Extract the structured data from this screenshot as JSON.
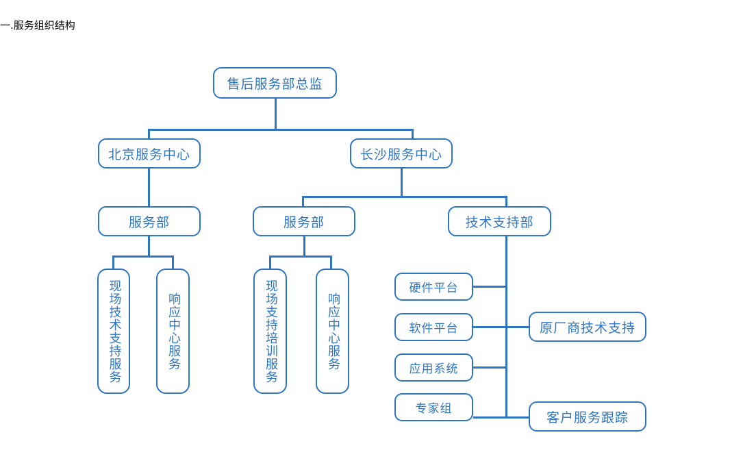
{
  "page": {
    "title": "一.服务组织结构",
    "accent_color": "#2E75C3",
    "background_color": "#ffffff"
  },
  "chart_data": {
    "type": "diagram",
    "diagram_type": "organization-chart",
    "title": "一.服务组织结构",
    "orientation": "top-down",
    "node_style": "rounded-rectangle-outline",
    "accent_color": "#2E75C3",
    "nodes": [
      {
        "id": "root",
        "label": "售后服务部总监",
        "level": 0,
        "text_direction": "horizontal"
      },
      {
        "id": "bj-center",
        "label": "北京服务中心",
        "level": 1,
        "text_direction": "horizontal"
      },
      {
        "id": "cs-center",
        "label": "长沙服务中心",
        "level": 1,
        "text_direction": "horizontal"
      },
      {
        "id": "bj-service",
        "label": "服务部",
        "level": 2,
        "text_direction": "horizontal"
      },
      {
        "id": "cs-service",
        "label": "服务部",
        "level": 2,
        "text_direction": "horizontal"
      },
      {
        "id": "tech-dept",
        "label": "技术支持部",
        "level": 2,
        "text_direction": "horizontal"
      },
      {
        "id": "bj-leaf-1",
        "label": "现场技术支持服务",
        "level": 3,
        "text_direction": "vertical"
      },
      {
        "id": "bj-leaf-2",
        "label": "响应中心服务",
        "level": 3,
        "text_direction": "vertical"
      },
      {
        "id": "cs-leaf-1",
        "label": "现场支持培训服务",
        "level": 3,
        "text_direction": "vertical"
      },
      {
        "id": "cs-leaf-2",
        "label": "响应中心服务",
        "level": 3,
        "text_direction": "vertical"
      },
      {
        "id": "hardware",
        "label": "硬件平台",
        "level": 3,
        "text_direction": "horizontal"
      },
      {
        "id": "software",
        "label": "软件平台",
        "level": 3,
        "text_direction": "horizontal"
      },
      {
        "id": "application",
        "label": "应用系统",
        "level": 3,
        "text_direction": "horizontal"
      },
      {
        "id": "experts",
        "label": "专家组",
        "level": 3,
        "text_direction": "horizontal"
      },
      {
        "id": "oem-support",
        "label": "原厂商技术支持",
        "level": 3,
        "text_direction": "horizontal"
      },
      {
        "id": "cust-track",
        "label": "客户服务跟踪",
        "level": 3,
        "text_direction": "horizontal"
      }
    ],
    "edges": [
      {
        "from": "root",
        "to": "bj-center"
      },
      {
        "from": "root",
        "to": "cs-center"
      },
      {
        "from": "bj-center",
        "to": "bj-service"
      },
      {
        "from": "cs-center",
        "to": "cs-service"
      },
      {
        "from": "cs-center",
        "to": "tech-dept"
      },
      {
        "from": "bj-service",
        "to": "bj-leaf-1"
      },
      {
        "from": "bj-service",
        "to": "bj-leaf-2"
      },
      {
        "from": "cs-service",
        "to": "cs-leaf-1"
      },
      {
        "from": "cs-service",
        "to": "cs-leaf-2"
      },
      {
        "from": "tech-dept",
        "to": "hardware"
      },
      {
        "from": "tech-dept",
        "to": "software"
      },
      {
        "from": "tech-dept",
        "to": "application"
      },
      {
        "from": "tech-dept",
        "to": "experts"
      },
      {
        "from": "tech-dept",
        "to": "oem-support"
      },
      {
        "from": "tech-dept",
        "to": "cust-track"
      }
    ]
  }
}
